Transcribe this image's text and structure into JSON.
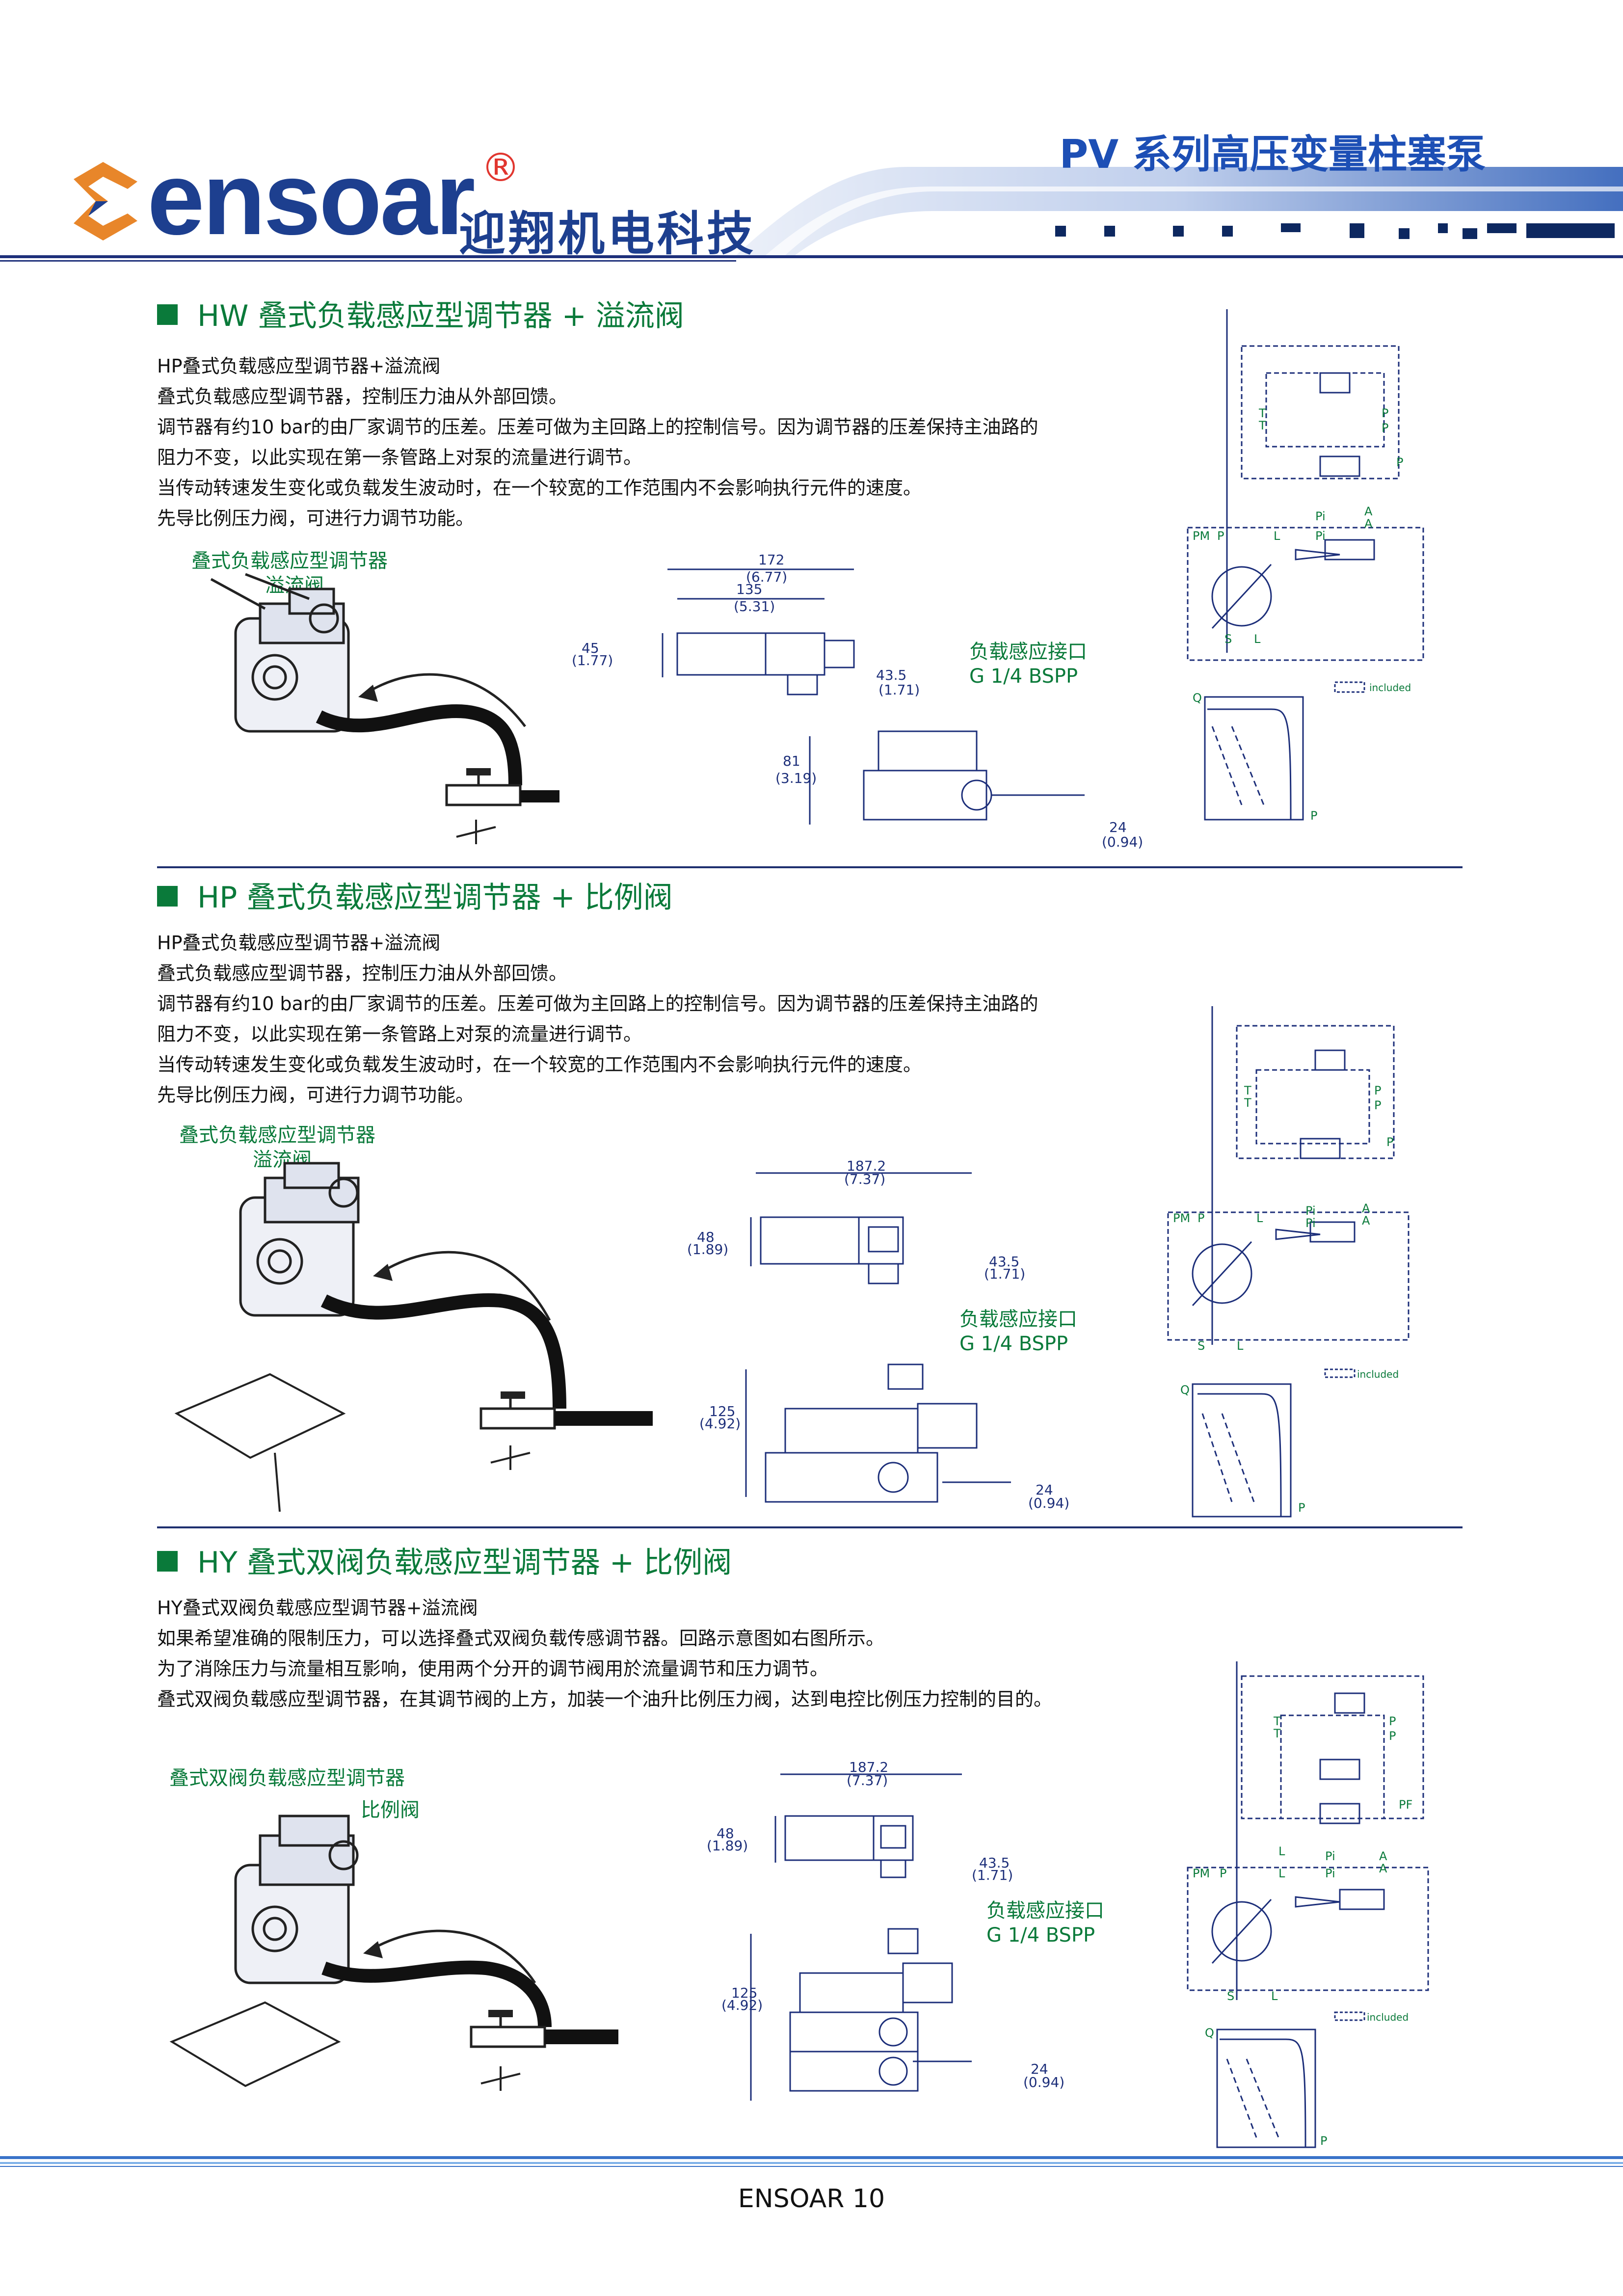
{
  "header": {
    "logo_text": "ensoar",
    "logo_reg": "®",
    "company_name": "迎翔机电科技",
    "series_title": "PV 系列高压变量柱塞泵"
  },
  "sections": [
    {
      "heading": "HW  叠式负载感应型调节器 + 溢流阀",
      "lines": [
        "HP叠式负载感应型调节器+溢流阀",
        "叠式负载感应型调节器，控制压力油从外部回馈。",
        "调节器有约10 bar的由厂家调节的压差。压差可做为主回路上的控制信号。因为调节器的压差保持主油路的",
        "阻力不变，以此实现在第一条管路上对泵的流量进行调节。",
        "当传动转速发生变化或负载发生波动时，在一个较宽的工作范围内不会影响执行元件的速度。",
        "先导比例压力阀，可进行力调节功能。"
      ],
      "callout_1": "叠式负载感应型调节器",
      "callout_2": "溢流阀",
      "port_label": "负载感应接口",
      "port_spec": "G 1/4  BSPP",
      "dims": [
        "172",
        "(6.77)",
        "135",
        "(5.31)",
        "45",
        "(1.77)",
        "43.5",
        "(1.71)",
        "81",
        "(3.19)",
        "24",
        "(0.94)"
      ],
      "included": "included"
    },
    {
      "heading": "HP  叠式负载感应型调节器 + 比例阀",
      "lines": [
        "HP叠式负载感应型调节器+溢流阀",
        "叠式负载感应型调节器，控制压力油从外部回馈。",
        "调节器有约10 bar的由厂家调节的压差。压差可做为主回路上的控制信号。因为调节器的压差保持主油路的",
        "阻力不变，以此实现在第一条管路上对泵的流量进行调节。",
        "当传动转速发生变化或负载发生波动时，在一个较宽的工作范围内不会影响执行元件的速度。",
        "先导比例压力阀，可进行力调节功能。"
      ],
      "callout_1": "叠式负载感应型调节器",
      "callout_2": "溢流阀",
      "port_label": "负载感应接口",
      "port_spec": "G 1/4  BSPP",
      "dims": [
        "187.2",
        "(7.37)",
        "48",
        "(1.89)",
        "43.5",
        "(1.71)",
        "125",
        "(4.92)",
        "24",
        "(0.94)"
      ],
      "included": "included"
    },
    {
      "heading": "HY  叠式双阀负载感应型调节器 + 比例阀",
      "lines": [
        "HY叠式双阀负载感应型调节器+溢流阀",
        "如果希望准确的限制压力，可以选择叠式双阀负载传感调节器。回路示意图如右图所示。",
        "为了消除压力与流量相互影响，使用两个分开的调节阀用於流量调节和压力调节。",
        "叠式双阀负载感应型调节器，在其调节阀的上方，加装一个油升比例压力阀，达到电控比例压力控制的目的。"
      ],
      "callout_1": "叠式双阀负载感应型调节器",
      "callout_2": "比例阀",
      "port_label": "负载感应接口",
      "port_spec": "G 1/4  BSPP",
      "dims": [
        "187.2",
        "(7.37)",
        "48",
        "(1.89)",
        "43.5",
        "(1.71)",
        "125",
        "(4.92)",
        "24",
        "(0.94)"
      ],
      "included": "included"
    }
  ],
  "schematic_labels": {
    "T": "T",
    "P": "P",
    "PF": "PF",
    "A": "A",
    "L": "L",
    "S": "S",
    "PM": "PM",
    "Q": "Q",
    "Pi": "Pi"
  },
  "footer": {
    "page": "ENSOAR 10"
  },
  "colors": {
    "green": "#0a7a3a",
    "navy": "#1d2f7a",
    "blue": "#1d4fb5",
    "logo_orange": "#e8862a"
  }
}
